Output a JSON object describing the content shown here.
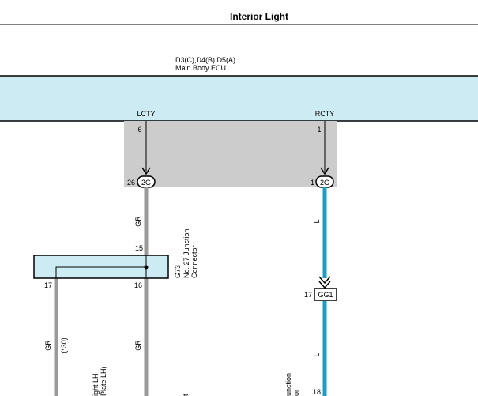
{
  "title": "Interior Light",
  "ecu": {
    "connector_ids": "D3(C),D4(B),D5(A)",
    "name": "Main Body ECU"
  },
  "terminals": {
    "lcty": {
      "name": "LCTY",
      "pin": "6",
      "junction_pin": "26",
      "junction": "2G"
    },
    "rcty": {
      "name": "RCTY",
      "pin": "1",
      "junction_pin": "1",
      "junction": "2G"
    }
  },
  "wires": {
    "left_color": "GR",
    "right_color": "L",
    "lower_left_color": "GR",
    "lower_left_note": "(*30)",
    "lower_mid_color": "GR",
    "lower_right_color": "L"
  },
  "junction_connector": {
    "code": "G73",
    "name_line1": "No. 27 Junction",
    "name_line2": "Connector",
    "pin_top": "15",
    "pin_bottom_left": "17",
    "pin_bottom_right": "16"
  },
  "gg1": {
    "label": "GG1",
    "pin": "17"
  },
  "bottom": {
    "left_text_1": "ight LH",
    "left_text_2": "Plate LH)",
    "mid_text": "t",
    "right_text_1": "unction",
    "right_text_2": "or",
    "right_pin": "18"
  },
  "colors": {
    "ecu_fill": "#cdebf2",
    "gray_box": "#cccccc",
    "wire_gray": "#9a9a9a",
    "wire_blue": "#1a9ec9"
  }
}
